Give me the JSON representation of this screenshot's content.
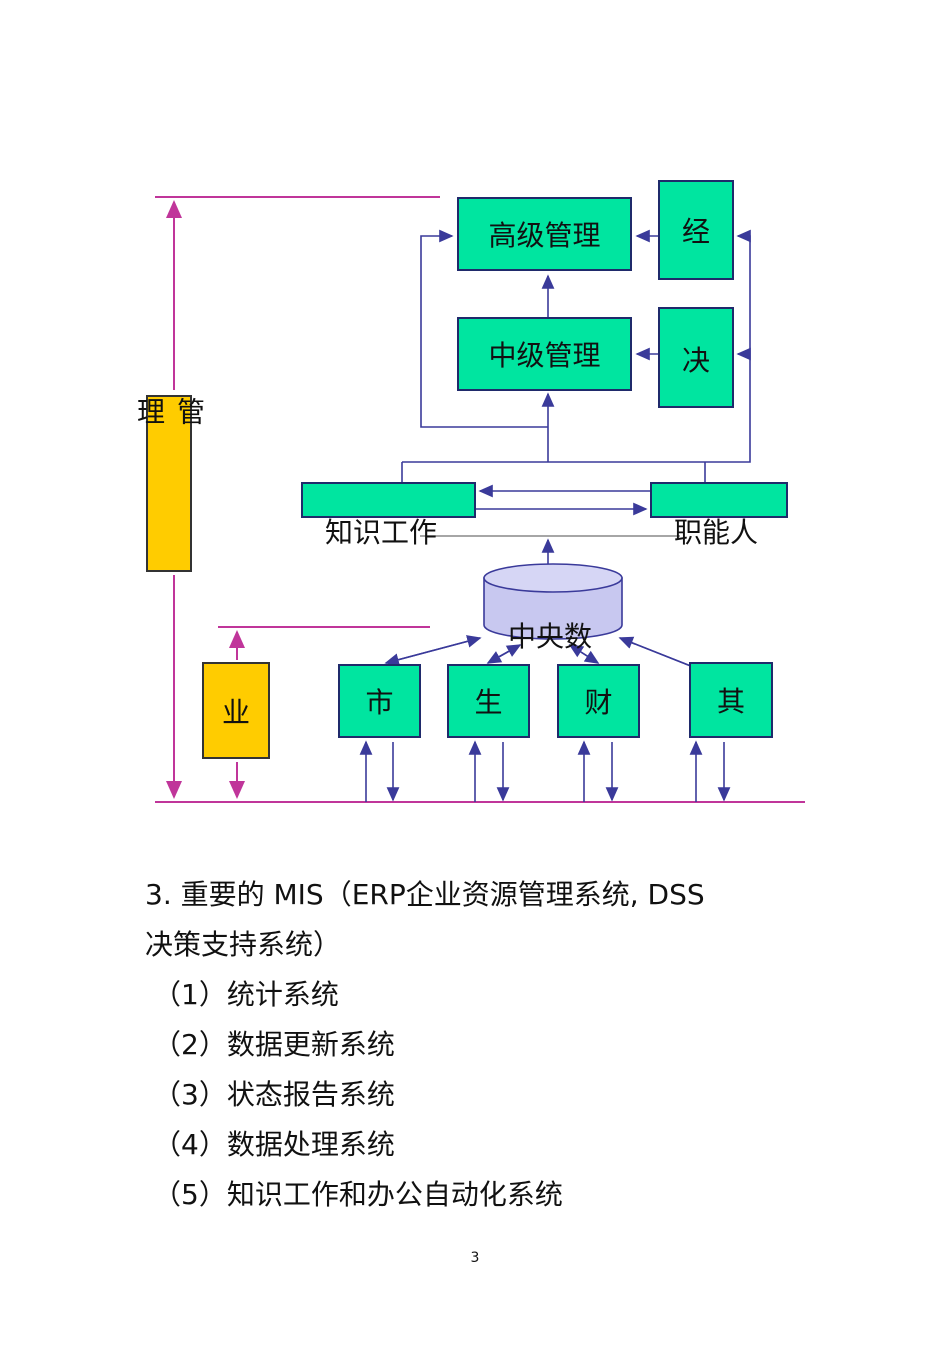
{
  "diagram": {
    "boxes": {
      "senior_mgmt": "高级管理",
      "middle_mgmt": "中级管理",
      "exec": "经",
      "decision": "决",
      "knowledge_work": "知识工作",
      "functional": "职能人",
      "central_db": "中央数",
      "management": "管 理",
      "business": "业",
      "market": "市",
      "production": "生",
      "finance": "财",
      "other": "其"
    }
  },
  "text": {
    "heading_line1": "3.  重要的  MIS（ERP企业资源管理系统,      DSS",
    "heading_line2": "决策支持系统）",
    "items": [
      "（1）统计系统",
      "（2）数据更新系统",
      "（3）状态报告系统",
      "（4）数据处理系统",
      "（5）知识工作和办公自动化系统"
    ]
  },
  "page_number": "3",
  "colors": {
    "box_green": "#00E5A0",
    "box_gold": "#FFCC00",
    "db_lavender": "#C8C8F0",
    "line_magenta": "#C0359A",
    "arrow_navy": "#3A3A9A"
  }
}
